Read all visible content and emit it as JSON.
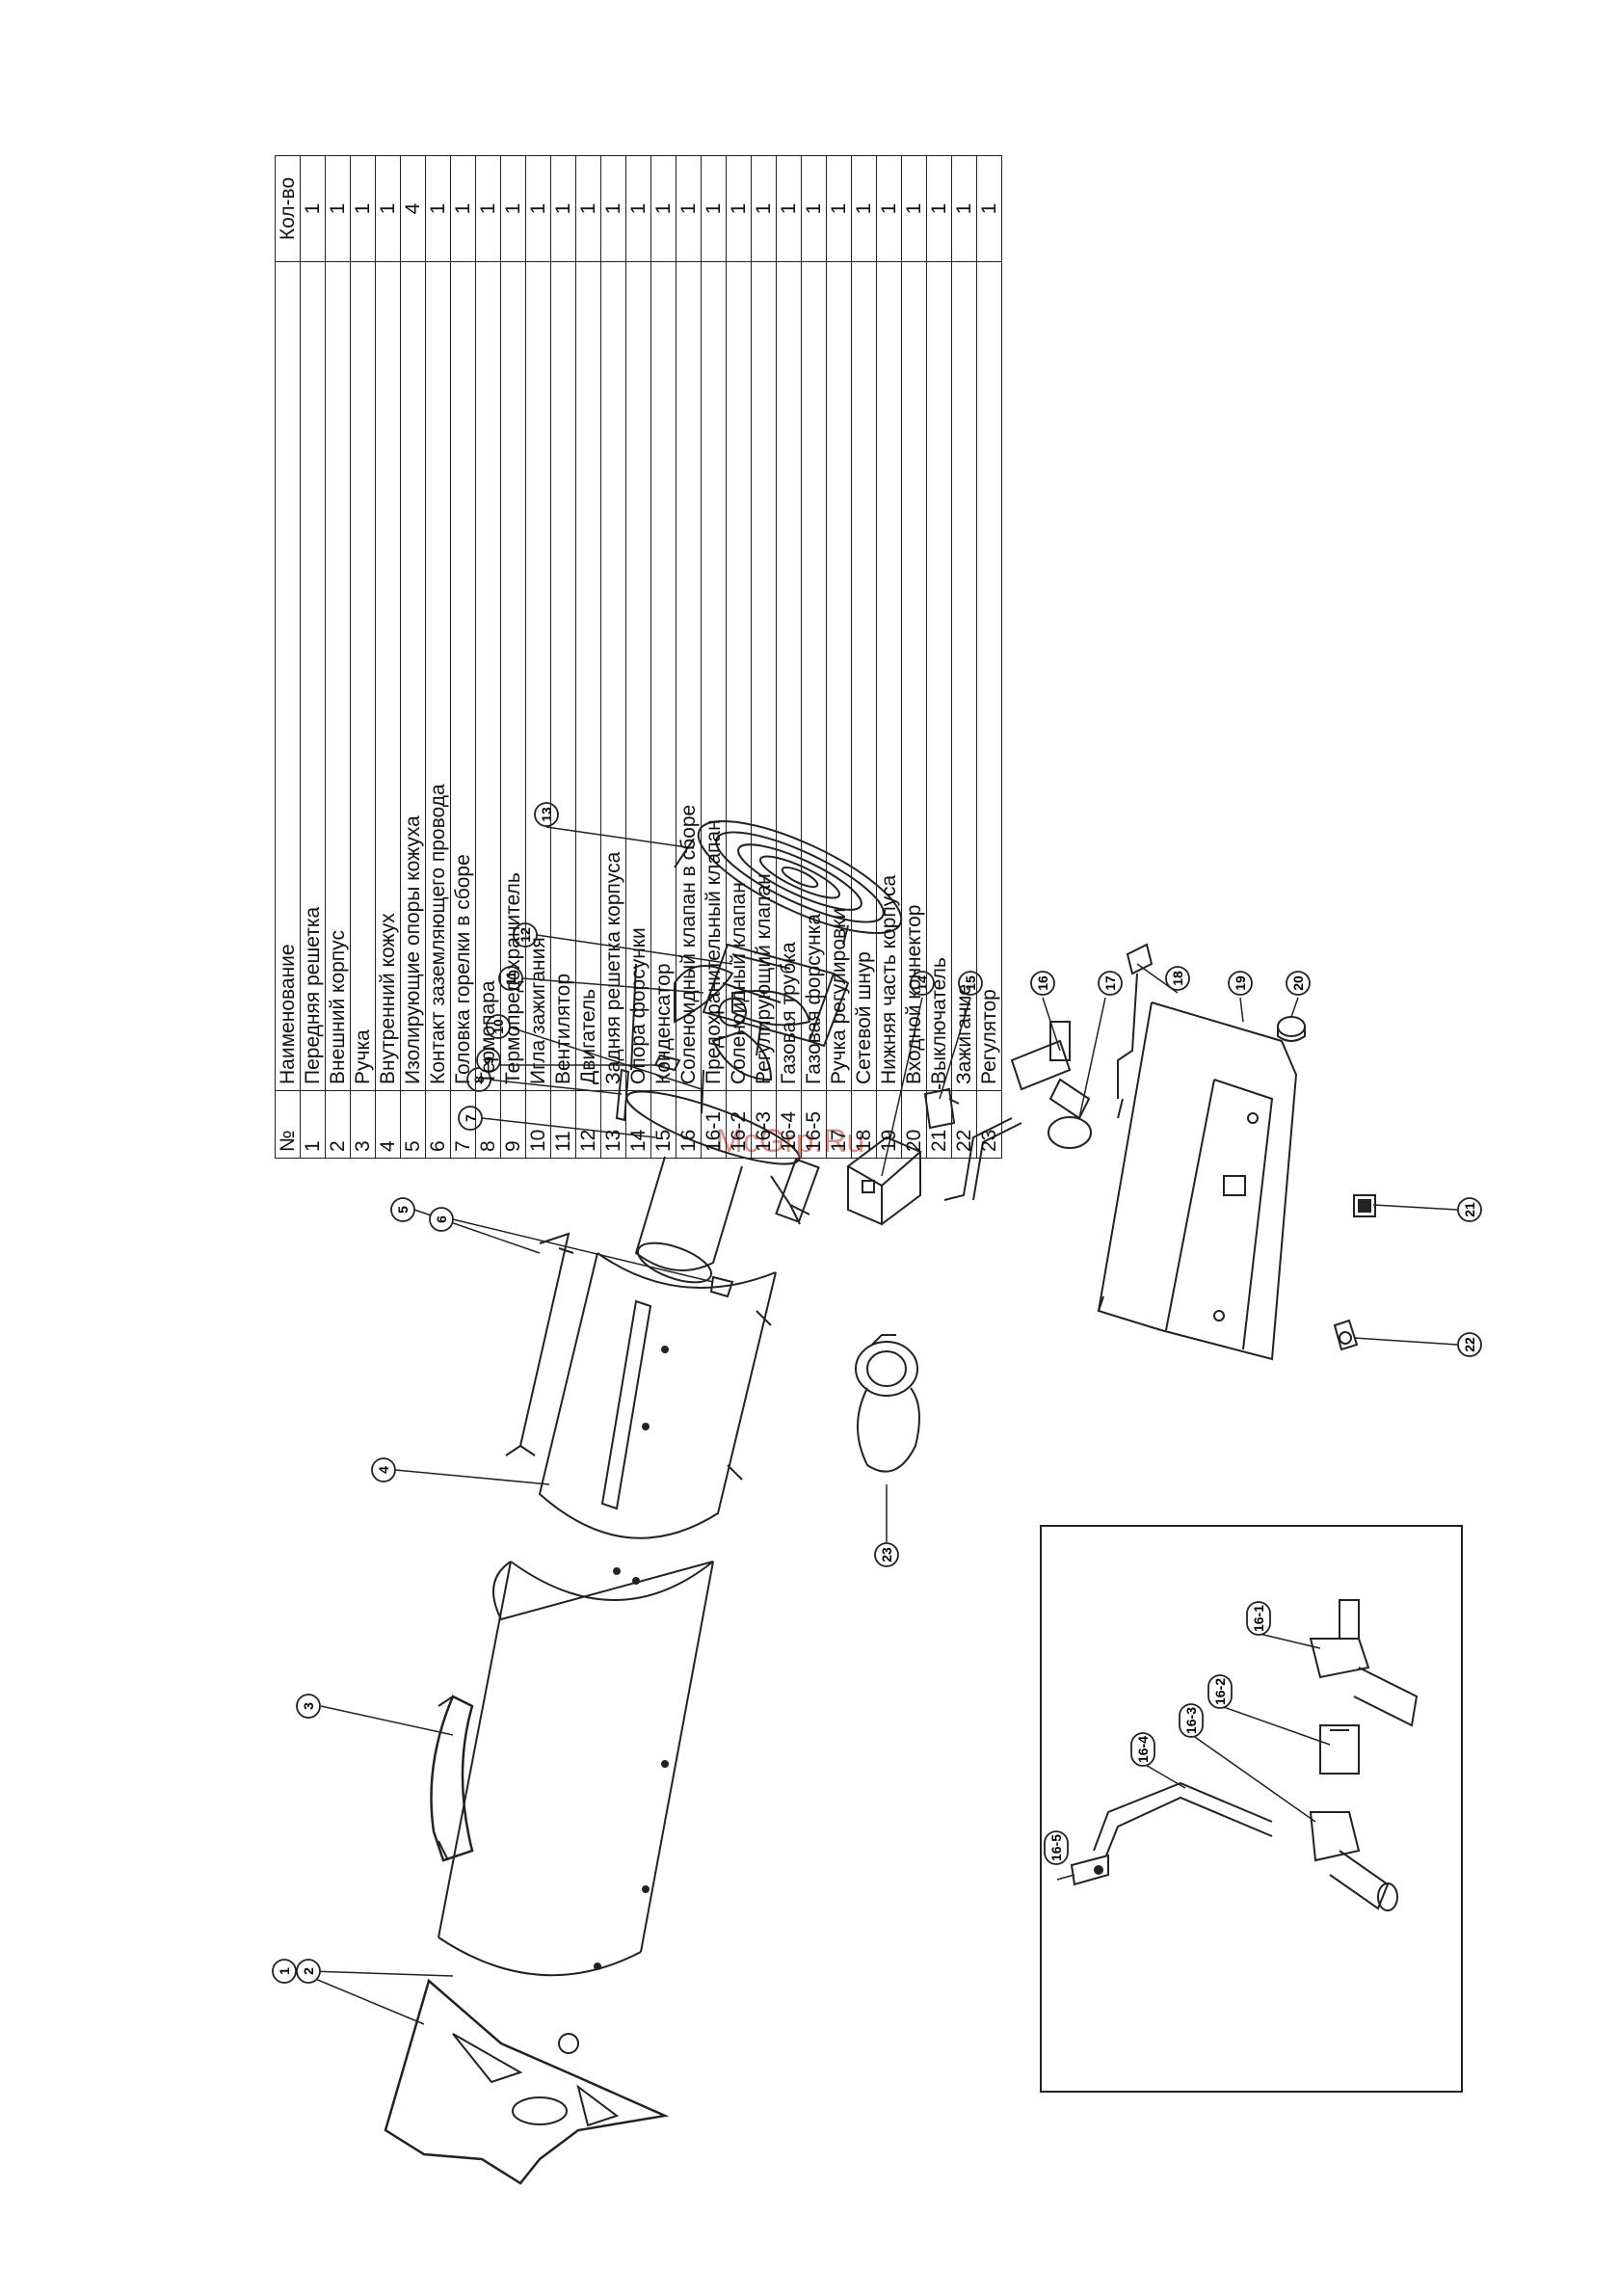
{
  "table": {
    "headers": {
      "num": "№",
      "name": "Наименование",
      "qty": "Кол-во"
    },
    "rows": [
      {
        "num": "1",
        "name": "Передняя решетка",
        "qty": "1"
      },
      {
        "num": "2",
        "name": "Внешний корпус",
        "qty": "1"
      },
      {
        "num": "3",
        "name": "Ручка",
        "qty": "1"
      },
      {
        "num": "4",
        "name": "Внутренний кожух",
        "qty": "1"
      },
      {
        "num": "5",
        "name": "Изолирующие опоры кожуха",
        "qty": "4"
      },
      {
        "num": "6",
        "name": "Контакт заземляющего провода",
        "qty": "1"
      },
      {
        "num": "7",
        "name": "Головка горелки в сборе",
        "qty": "1"
      },
      {
        "num": "8",
        "name": "Термопара",
        "qty": "1"
      },
      {
        "num": "9",
        "name": "Термопредохранитель",
        "qty": "1"
      },
      {
        "num": "10",
        "name": "Игла зажигания",
        "qty": "1"
      },
      {
        "num": "11",
        "name": "Вентилятор",
        "qty": "1"
      },
      {
        "num": "12",
        "name": "Двигатель",
        "qty": "1"
      },
      {
        "num": "13",
        "name": "Задняя решетка корпуса",
        "qty": "1"
      },
      {
        "num": "14",
        "name": "Опора форсунки",
        "qty": "1"
      },
      {
        "num": "15",
        "name": "Конденсатор",
        "qty": "1"
      },
      {
        "num": "16",
        "name": "Соленоидный клапан в сборе",
        "qty": "1"
      },
      {
        "num": "16-1",
        "name": "Предохранительный клапан",
        "qty": "1"
      },
      {
        "num": "16-2",
        "name": "Соленоидный клапан",
        "qty": "1"
      },
      {
        "num": "16-3",
        "name": "Регулирующий клапан",
        "qty": "1"
      },
      {
        "num": "16-4",
        "name": "Газовая трубка",
        "qty": "1"
      },
      {
        "num": "16-5",
        "name": "Газовая форсунка",
        "qty": "1"
      },
      {
        "num": "17",
        "name": "Ручка регулировки",
        "qty": "1"
      },
      {
        "num": "18",
        "name": "Сетевой шнур",
        "qty": "1"
      },
      {
        "num": "19",
        "name": "Нижняя часть корпуса",
        "qty": "1"
      },
      {
        "num": "20",
        "name": "Входной коннектор",
        "qty": "1"
      },
      {
        "num": "21",
        "name": "Выключатель",
        "qty": "1"
      },
      {
        "num": "22",
        "name": "Зажигание",
        "qty": "1"
      },
      {
        "num": "23",
        "name": "Регулятор",
        "qty": "1"
      }
    ]
  },
  "callouts": {
    "c1": "1",
    "c2": "2",
    "c3": "3",
    "c4": "4",
    "c5": "5",
    "c6": "6",
    "c7": "7",
    "c8": "8",
    "c9": "9",
    "c10": "10",
    "c11": "11",
    "c12": "12",
    "c13": "13",
    "c14": "14",
    "c15": "15",
    "c16": "16",
    "c17": "17",
    "c18": "18",
    "c19": "19",
    "c20": "20",
    "c21": "21",
    "c22": "22",
    "c23": "23",
    "c16_1": "16-1",
    "c16_2": "16-2",
    "c16_3": "16-3",
    "c16_4": "16-4",
    "c16_5": "16-5"
  },
  "watermark": "McGrp.Ru",
  "colors": {
    "line": "#222222",
    "watermark": "#c0392b"
  }
}
